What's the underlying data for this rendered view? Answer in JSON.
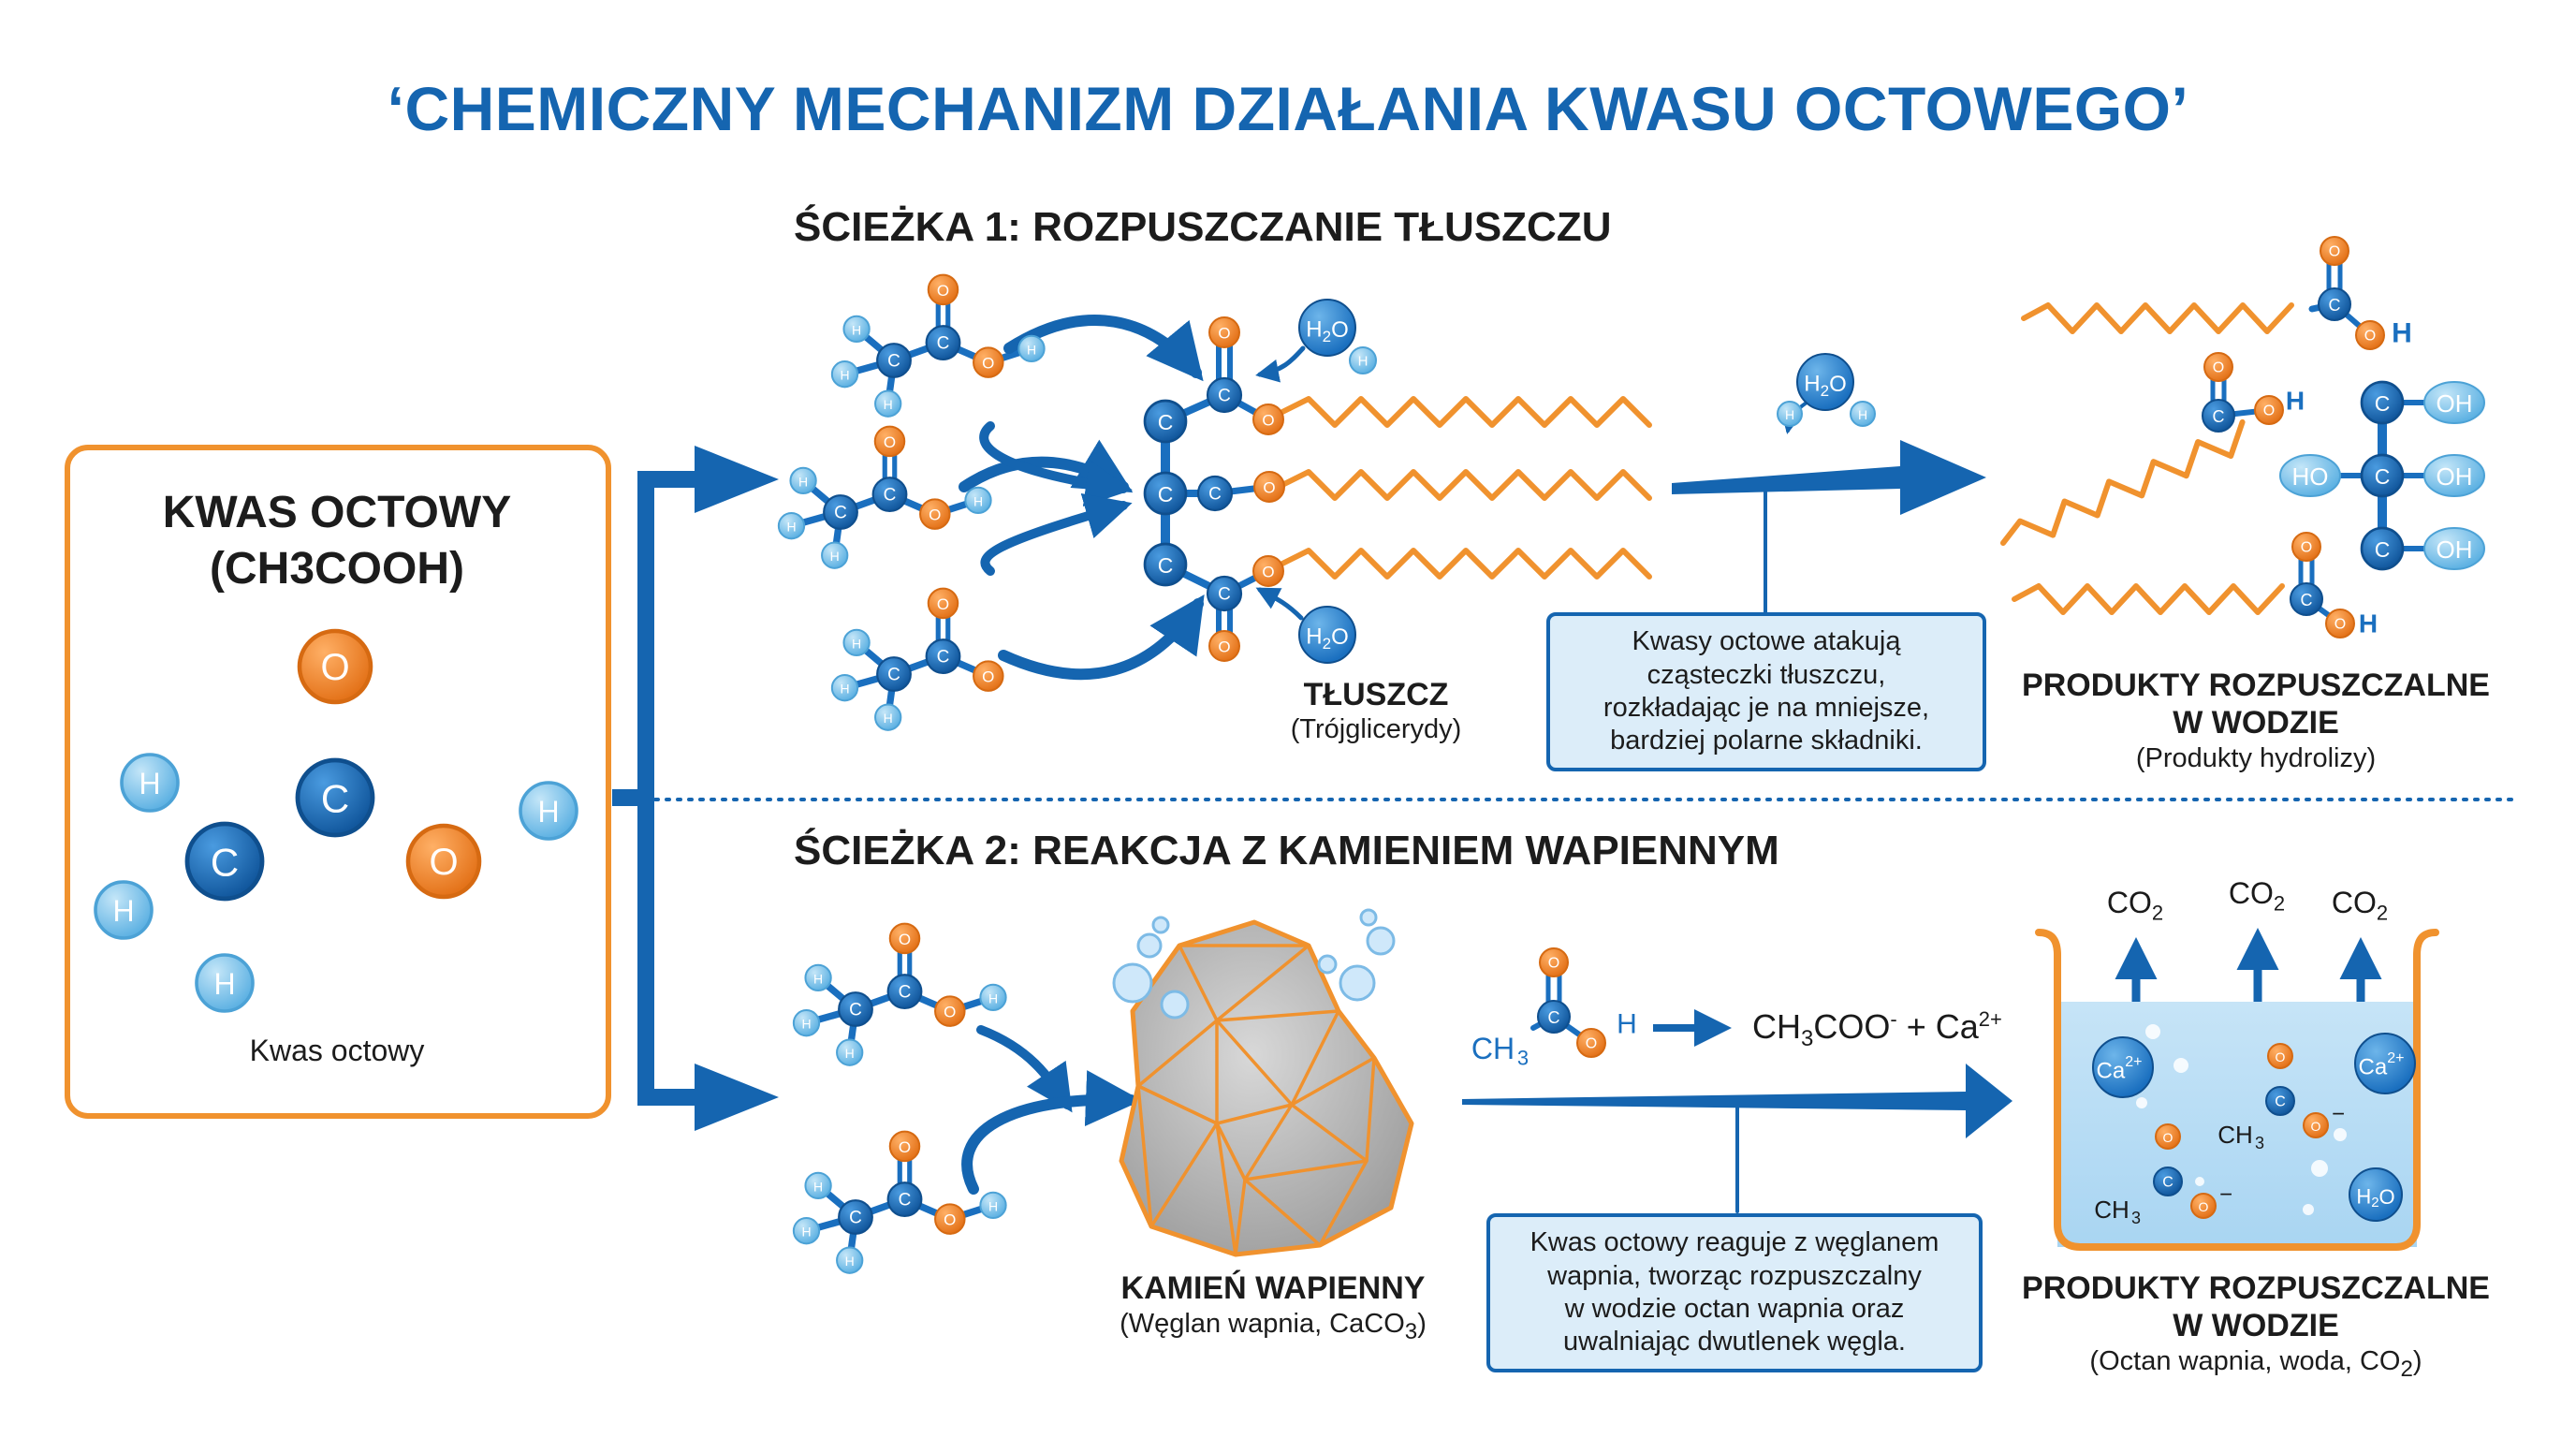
{
  "title": "‘CHEMICZNY MECHANIZM DZIAŁANIA KWASU OCTOWEGO’",
  "left_panel": {
    "title_line1": "KWAS OCTOWY",
    "title_line2": "(CH3COOH)",
    "caption": "Kwas octowy"
  },
  "path1": {
    "heading": "ŚCIEŻKA 1: ROZPUSZCZANIE TŁUSZCZU",
    "fat_label": "TŁUSZCZ",
    "fat_sub": "(Trójglicerydy)",
    "info": [
      "Kwasy octowe atakują",
      "cząsteczki tłuszczu,",
      "rozkładając je na mniejsze,",
      "bardziej polarne składniki."
    ],
    "product_label": [
      "PRODUKTY ROZPUSZCZALNE",
      "W WODZIE"
    ],
    "product_sub": "(Produkty hydrolizy)"
  },
  "path2": {
    "heading": "ŚCIEŻKA 2: REAKCJA Z KAMIENIEM WAPIENNYM",
    "rock_label": "KAMIEŃ WAPIENNY",
    "rock_sub_pre": "(Węglan wapnia, CaCO",
    "rock_sub_sub": "3",
    "rock_sub_post": ")",
    "reaction_product_main": "CH",
    "reaction_product_sub": "3",
    "reaction_product_coo": "COO",
    "reaction_product_sup": "-",
    "reaction_plus": " + Ca",
    "reaction_ca_sup": "2+",
    "info": [
      "Kwas octowy reaguje z węglanem",
      "wapnia, tworząc rozpuszczalny",
      "w wodzie octan wapnia oraz",
      "uwalniając dwutlenek węgla."
    ],
    "product_label": [
      "PRODUKTY ROZPUSZCZALNE",
      "W WODZIE"
    ],
    "product_sub_pre": "(Octan wapnia, woda, CO",
    "product_sub_sub": "2",
    "product_sub_post": ")",
    "co2": "CO",
    "co2_sub": "2",
    "ca": "Ca",
    "ca_sup": "2+"
  },
  "atoms": {
    "C": "C",
    "O": "O",
    "H": "H",
    "OH": "OH",
    "HO": "HO",
    "CH": "CH",
    "sub3": "3",
    "minus": "−"
  },
  "colors": {
    "title_blue": "#1565b0",
    "carbon": "#1a6fbf",
    "oxygen": "#f28a2e",
    "hydrogen": "#7cc4ea",
    "chain": "#f0922e",
    "box_border": "#f0922e",
    "arrow": "#1565b0",
    "water": "#cfe8f8"
  }
}
